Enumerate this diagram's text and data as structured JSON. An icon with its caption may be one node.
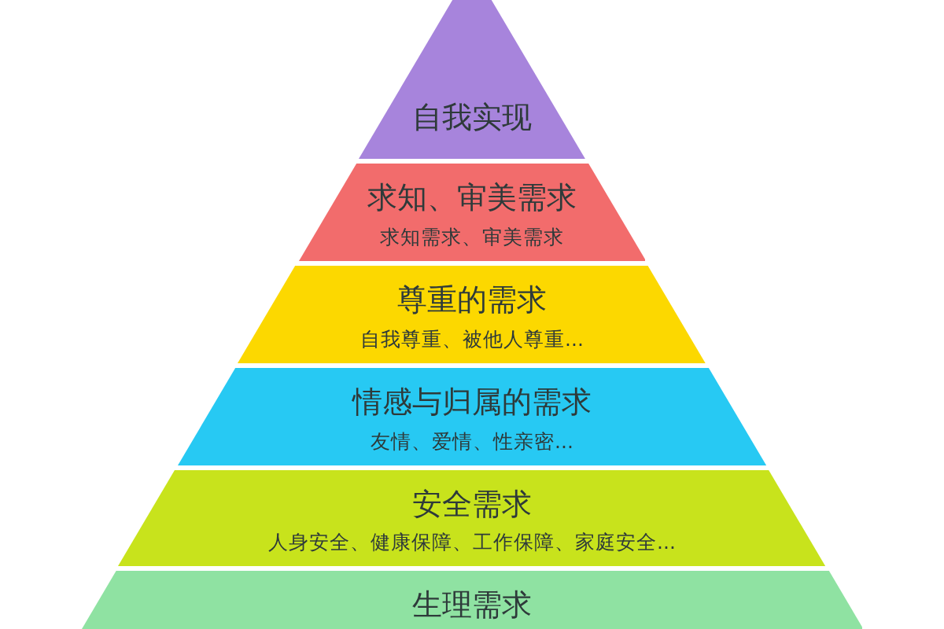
{
  "diagram": {
    "nodes": [
      {
        "text": [
          "自我实现"
        ]
      },
      {
        "text": [
          "求知、审美需求",
          "求知需求、审美需求"
        ]
      },
      {
        "text": [
          "尊重的需求",
          "自我尊重、被他人尊重..."
        ]
      },
      {
        "text": [
          "情感与归属的需求",
          "友情、爱情、性亲密..."
        ]
      },
      {
        "text": [
          "安全需求",
          "人身安全、健康保障、工作保障、家庭安全..."
        ]
      },
      {
        "text": [
          "生理需求"
        ]
      }
    ]
  }
}
